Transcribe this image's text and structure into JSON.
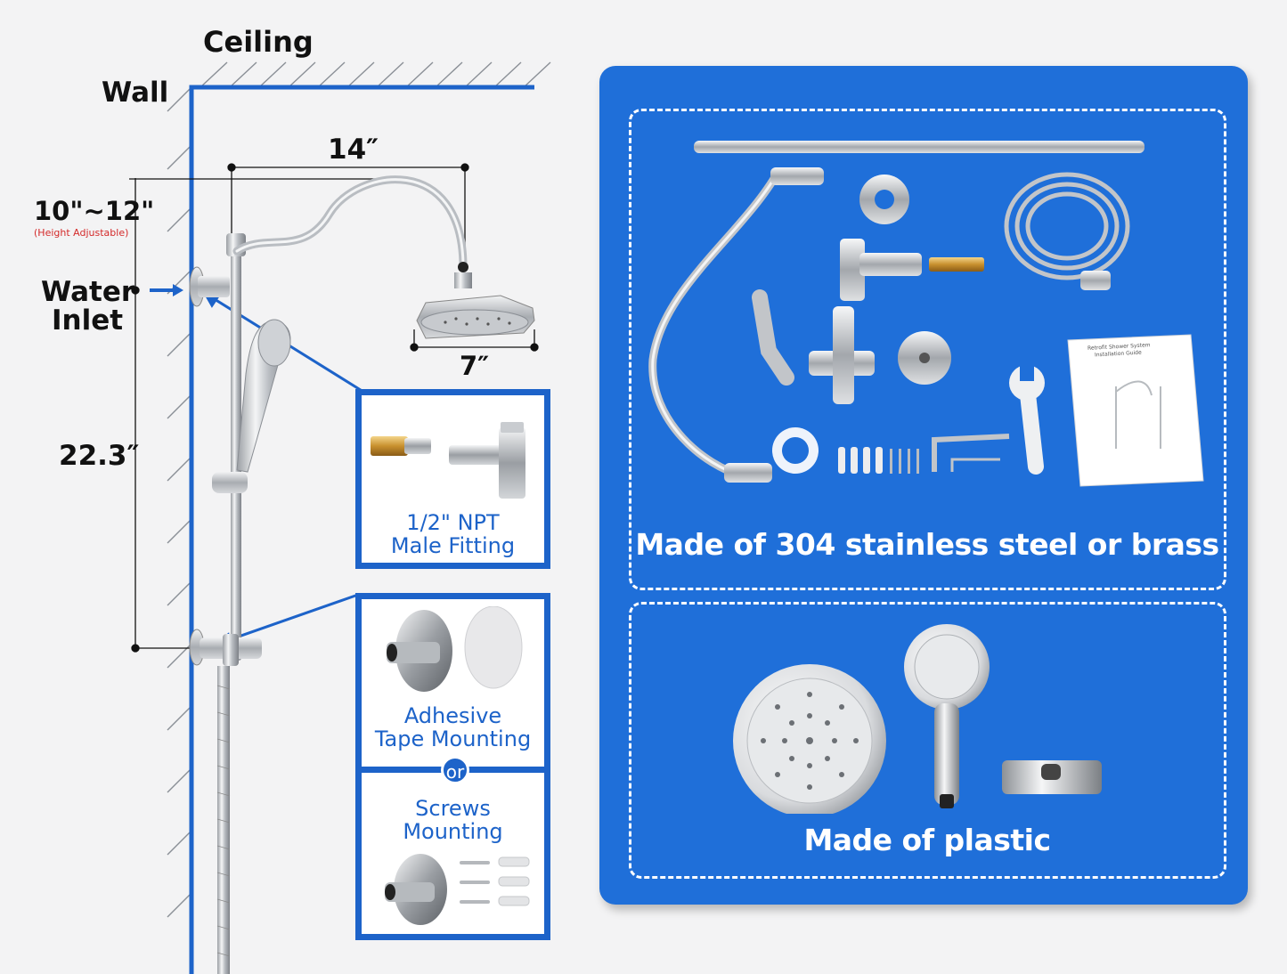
{
  "diagram": {
    "ceiling_label": "Ceiling",
    "wall_label": "Wall",
    "width_dim": "14″",
    "height_adjust_dim": "10\"~12\"",
    "height_adjust_note": "(Height Adjustable)",
    "water_inlet_line1": "Water",
    "water_inlet_line2": "Inlet",
    "bar_dim": "22.3″",
    "head_dim": "7″"
  },
  "callouts": {
    "fitting": {
      "line1": "1/2\" NPT",
      "line2": "Male Fitting"
    },
    "adhesive": {
      "line1": "Adhesive",
      "line2": "Tape Mounting"
    },
    "or_label": "or",
    "screws": {
      "line1": "Screws",
      "line2": "Mounting"
    }
  },
  "parts_panel": {
    "metal_caption": "Made of 304 stainless steel or brass",
    "plastic_caption": "Made of plastic",
    "manual_title_line1": "Retrofit Shower System",
    "manual_title_line2": "Installation Guide"
  },
  "colors": {
    "accent_blue": "#1d63c9",
    "panel_blue": "#1f6fd9",
    "note_red": "#d42a2a"
  }
}
